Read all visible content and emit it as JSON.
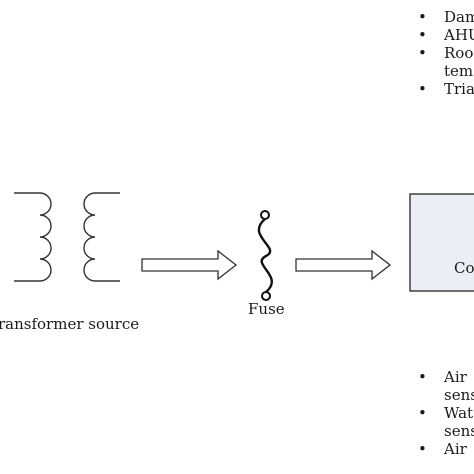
{
  "top_bullets": [
    "Dam",
    "AHU",
    "Roo",
    "tem",
    "Tria"
  ],
  "bottom_bullets": [
    "Air",
    "sens",
    "Wat",
    "sens",
    "Air"
  ],
  "labels": {
    "transformer": "ransformer source",
    "fuse": "Fuse",
    "controller": "Co"
  }
}
